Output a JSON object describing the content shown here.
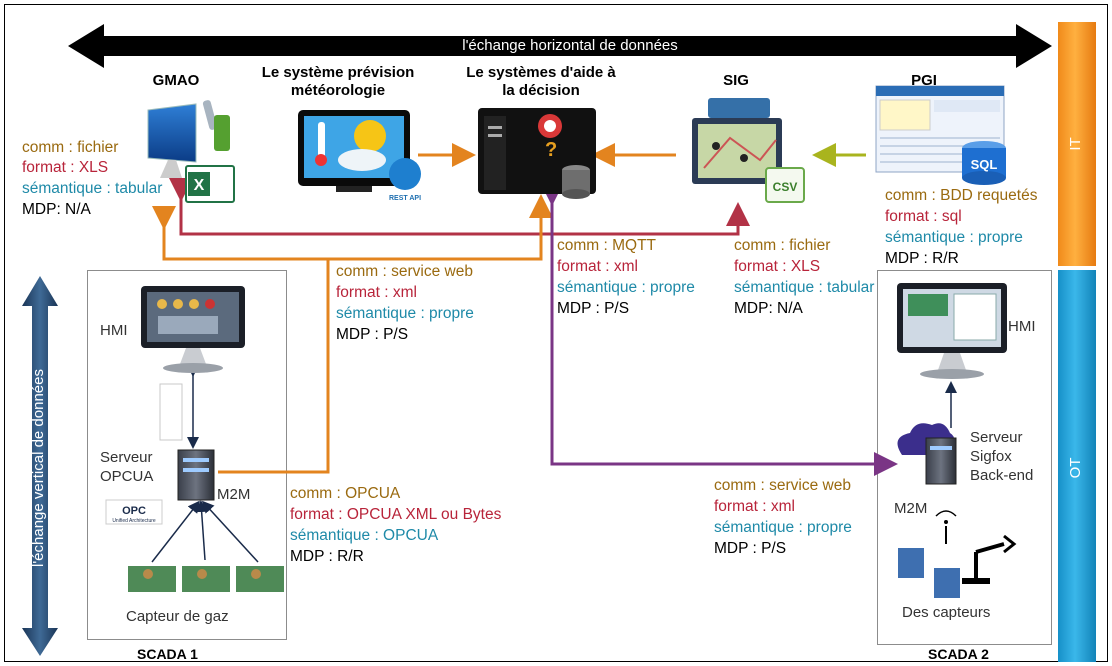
{
  "horizontal_label": "l'échange horizontal de données",
  "vertical_label": "l'échange vertical de données",
  "side_bars": {
    "it": "IT",
    "ot": "OT"
  },
  "systems": {
    "gmao": "GMAO",
    "meteo": "Le système prévision météorologie",
    "aide": "Le systèmes d'aide à la décision",
    "sig": "SIG",
    "pgi": "PGI"
  },
  "icon_texts": {
    "rest_api": "REST API",
    "csv": "CSV",
    "sql": "SQL",
    "excel": "X",
    "opc": "OPC",
    "opc_sub": "Unified Architecture"
  },
  "gmao_info": {
    "comm": "comm : fichier",
    "format": "format : XLS",
    "sem": "sémantique : tabular",
    "mdp": "MDP: N/A"
  },
  "pgi_info": {
    "comm": "comm : BDD requetés",
    "format": "format : sql",
    "sem": "sémantique : propre",
    "mdp": "MDP : R/R"
  },
  "sig_info": {
    "comm": "comm : fichier",
    "format": "format : XLS",
    "sem": "sémantique : tabular",
    "mdp": "MDP: N/A"
  },
  "mqtt_info": {
    "comm": "comm : MQTT",
    "format": "format : xml",
    "sem": "sémantique : propre",
    "mdp": "MDP : P/S"
  },
  "ws1_info": {
    "comm": "comm : service web",
    "format": "format : xml",
    "sem": "sémantique : propre",
    "mdp": "MDP : P/S"
  },
  "opcua_info": {
    "comm": "comm : OPCUA",
    "format": "format : OPCUA XML ou Bytes",
    "sem": "sémantique : OPCUA",
    "mdp": "MDP : R/R"
  },
  "ws2_info": {
    "comm": "comm : service web",
    "format": "format : xml",
    "sem": "sémantique : propre",
    "mdp": "MDP : P/S"
  },
  "scada1": {
    "title": "SCADA 1",
    "hmi": "HMI",
    "server": "Serveur OPCUA",
    "m2m": "M2M",
    "sensors": "Capteur de gaz"
  },
  "scada2": {
    "title": "SCADA 2",
    "hmi": "HMI",
    "server": "Serveur Sigfox Back-end",
    "m2m": "M2M",
    "sensors": "Des capteurs"
  },
  "colors": {
    "orange": "#e3841f",
    "red": "#b23246",
    "olive": "#a9b41e",
    "purple": "#7a3585",
    "navy": "#1a2b4a",
    "brown_text": "#9a6a10",
    "red_text": "#b8243a",
    "teal_text": "#1f8aa8"
  }
}
